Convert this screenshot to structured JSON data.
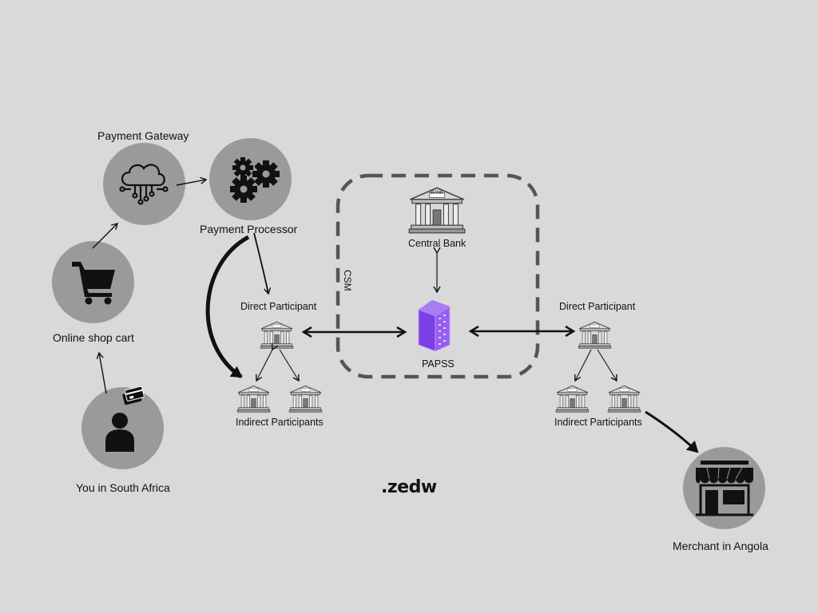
{
  "labels": {
    "payment_gateway": "Payment Gateway",
    "payment_processor": "Payment Processor",
    "online_shop_cart": "Online shop cart",
    "you": "You in South Africa",
    "central_bank": "Central Bank",
    "csm": "CSM",
    "papss": "PAPSS",
    "direct_left": "Direct Participant",
    "indirect_left": "Indirect Participants",
    "direct_right": "Direct Participant",
    "indirect_right": "Indirect Participants",
    "merchant": "Merchant in Angola",
    "logo": ".zedw"
  },
  "bank_sign": "BANK",
  "colors": {
    "background": "#d9d9d9",
    "circle": "#9a9a9a",
    "papss_purple": "#7b3fe4",
    "papss_light": "#a97cf2",
    "dashed_border": "#555555"
  },
  "icons": [
    "cloud-network-icon",
    "gears-icon",
    "shopping-cart-icon",
    "person-card-icon",
    "bank-icon",
    "server-icon",
    "store-icon"
  ]
}
